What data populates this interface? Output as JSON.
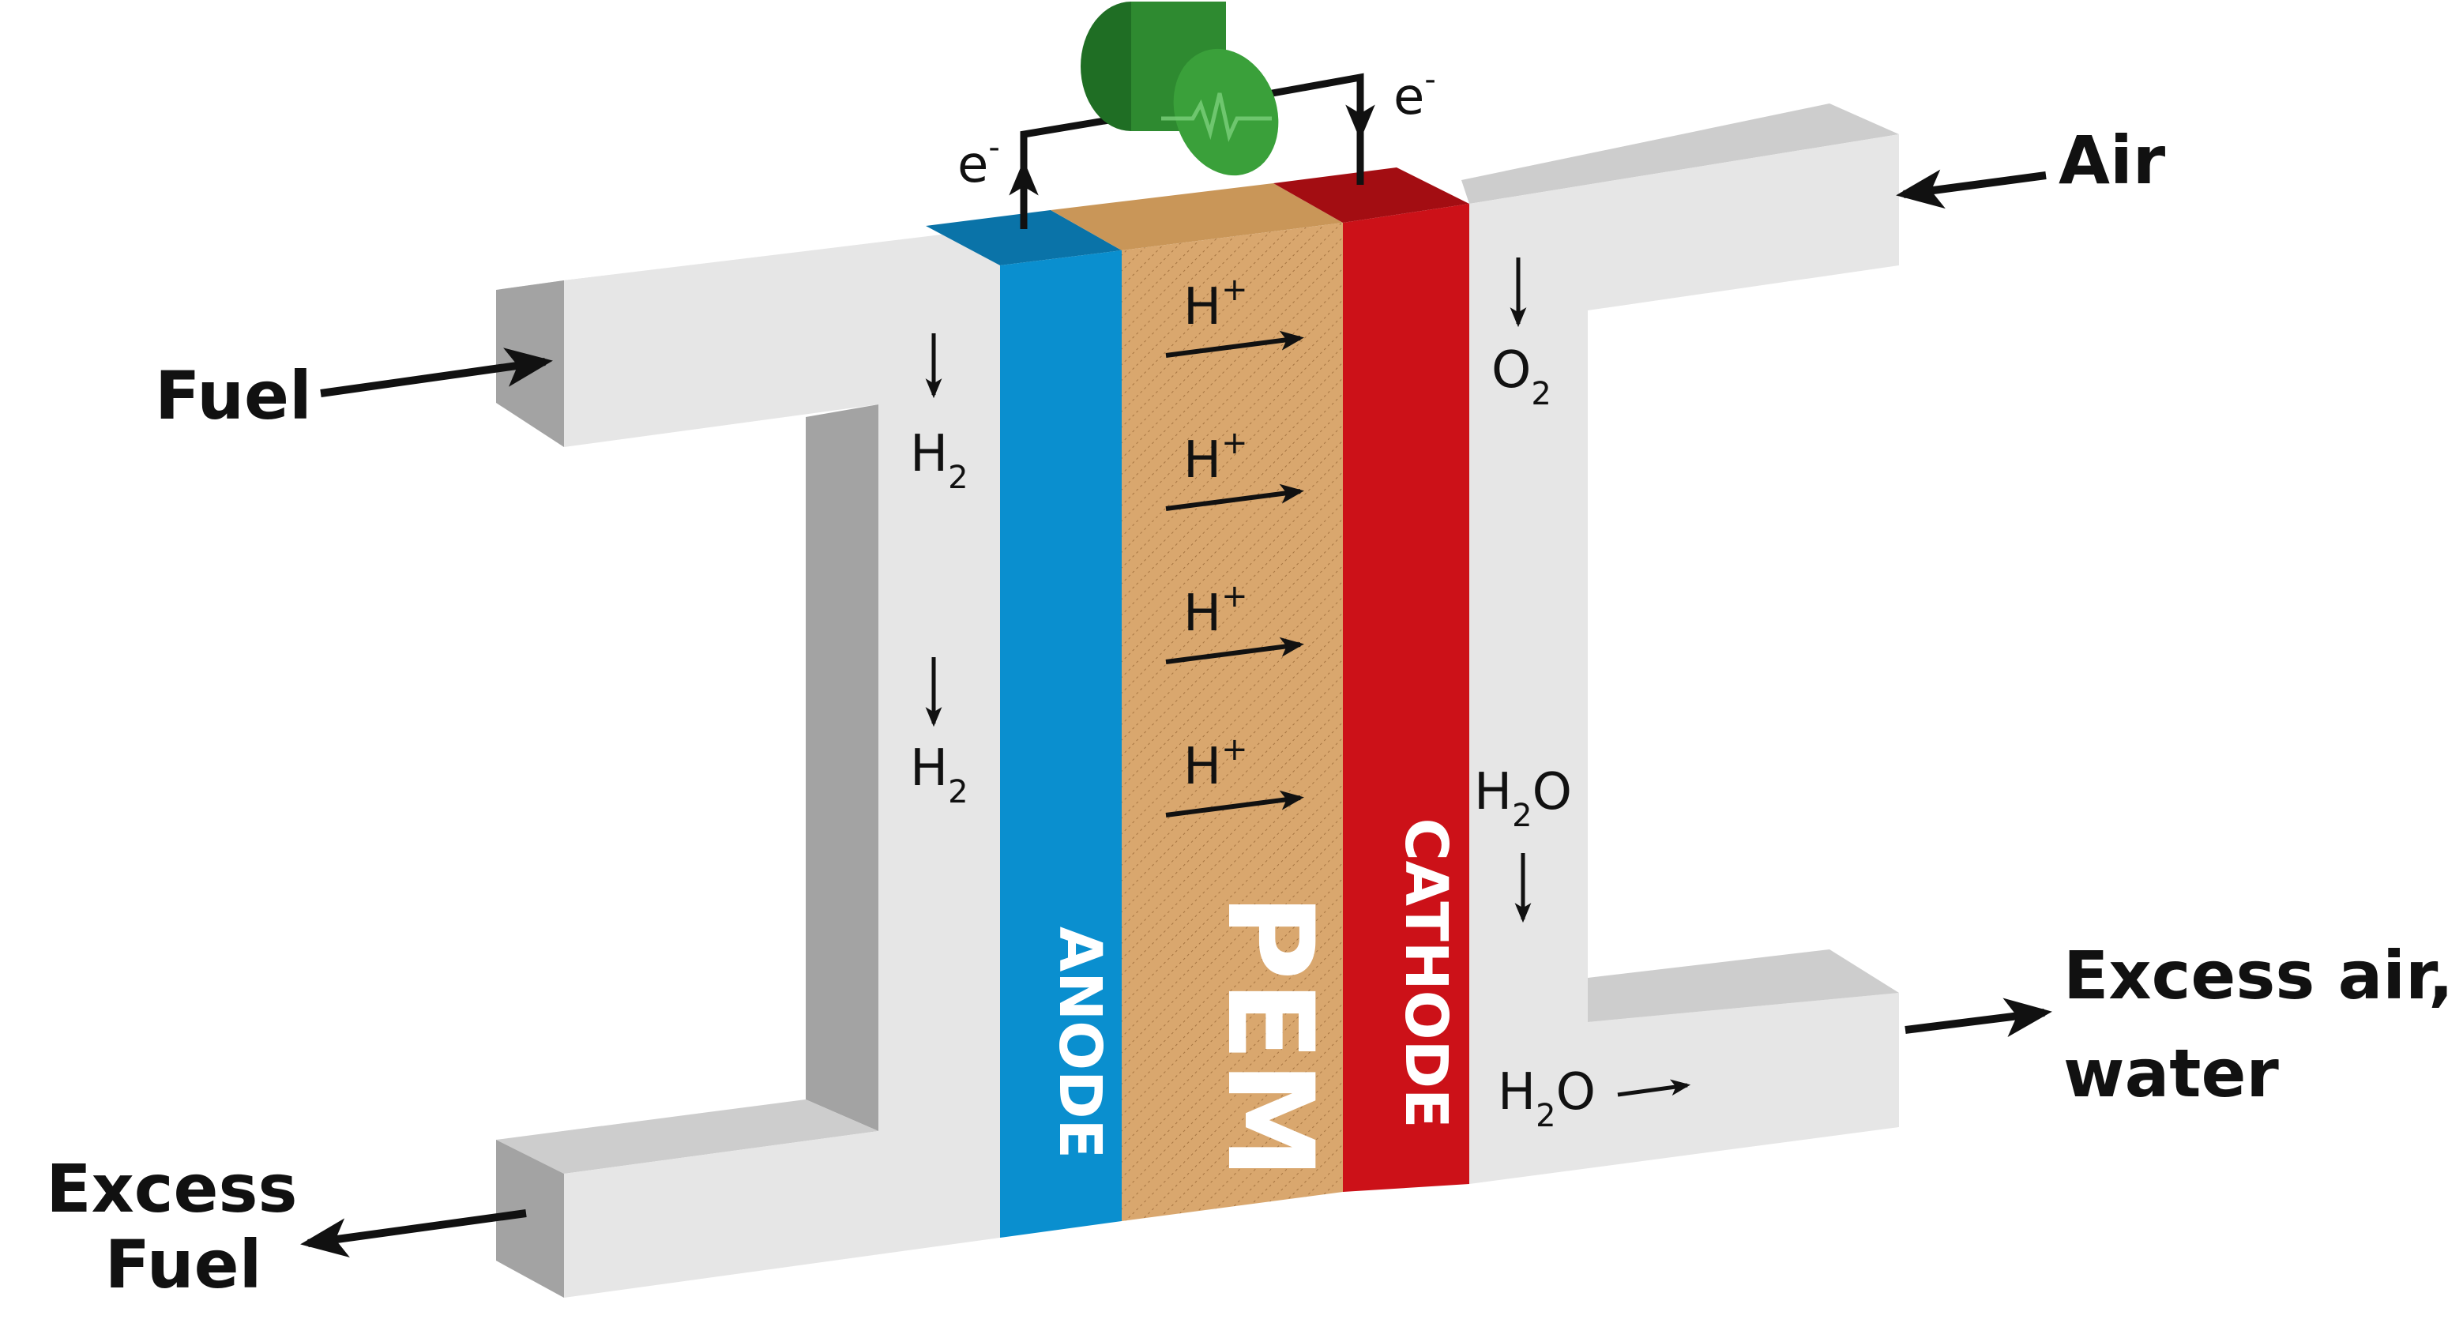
{
  "labels": {
    "fuel": "Fuel",
    "air": "Air",
    "excess_fuel_line1": "Excess",
    "excess_fuel_line2": "Fuel",
    "excess_air_line1": "Excess air,",
    "excess_air_line2": "water"
  },
  "layers": {
    "anode": "ANODE",
    "pem": "PEM",
    "cathode": "CATHODE"
  },
  "species": {
    "electron": "e",
    "electron_sup": "-",
    "proton": "H",
    "proton_sup": "+",
    "hydrogen": "H",
    "hydrogen_sub": "2",
    "oxygen": "O",
    "oxygen_sub": "2",
    "water_h": "H",
    "water_sub": "2",
    "water_o": "O"
  },
  "colors": {
    "anode": "#0a8fcf",
    "cathode": "#cc1118",
    "pem": "#d9a76e",
    "channel_front": "#e6e6e6",
    "channel_top": "#cdcdcd",
    "channel_side": "#a3a3a3",
    "load": "#3aa03a"
  },
  "icons": {
    "load": "resistor-load-icon"
  }
}
